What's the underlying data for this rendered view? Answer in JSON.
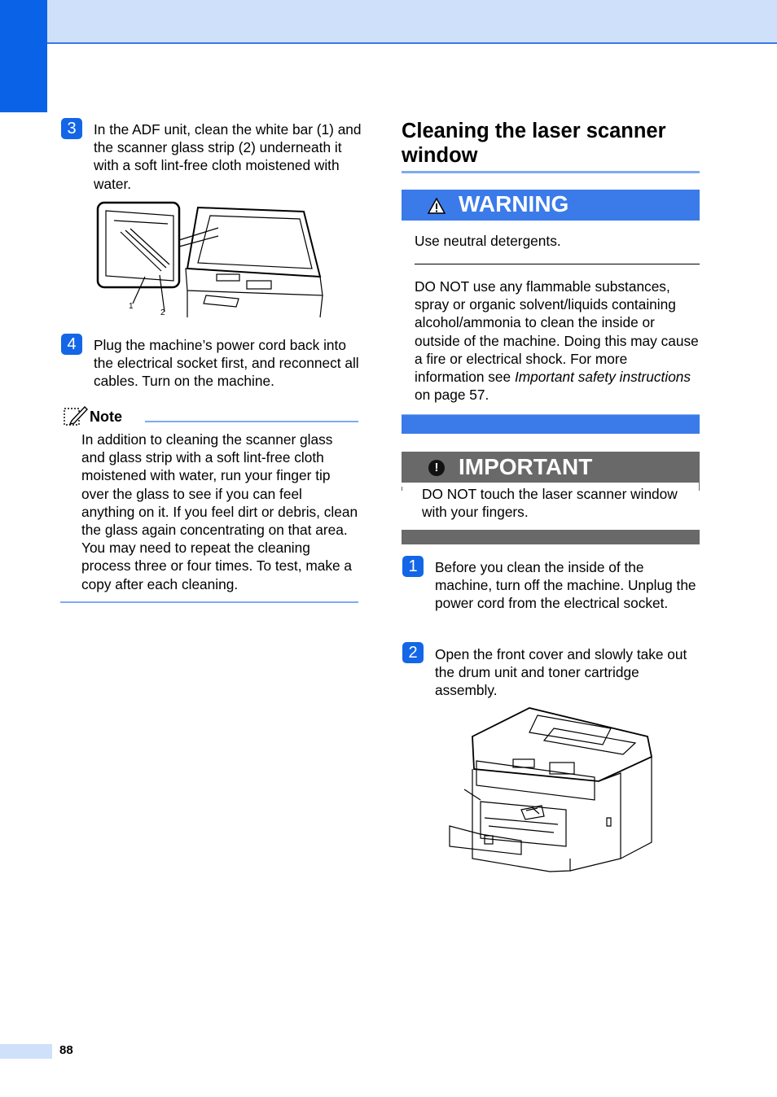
{
  "step3": {
    "number": "3",
    "text": "In the ADF unit, clean the white bar (1) and the scanner glass strip (2) underneath it with a soft lint-free cloth moistened with water."
  },
  "figure1": {
    "callout_1": "1",
    "callout_2": "2"
  },
  "step4": {
    "number": "4",
    "text": "Plug the machine’s power cord back into the electrical socket first, and reconnect all cables. Turn on the machine."
  },
  "note": {
    "label": "Note",
    "text": "In addition to cleaning the scanner glass and glass strip with a soft lint-free cloth moistened with water, run your finger tip over the glass to see if you can feel anything on it. If you feel dirt or debris, clean the glass again concentrating on that area. You may need to repeat the cleaning process three or four times. To test, make a copy after each cleaning."
  },
  "section": {
    "title": "Cleaning the laser scanner window"
  },
  "warning": {
    "title": "WARNING",
    "text1": "Use neutral detergents.",
    "text2_main": "DO NOT use any flammable substances, spray or organic solvent/liquids containing alcohol/ammonia to clean the inside or outside of the machine. Doing this may cause a fire or electrical shock. For more information see ",
    "text2_italic": "Important safety instructions",
    "text2_tail": " on page 57."
  },
  "important": {
    "title": "IMPORTANT",
    "icon": "!",
    "text": "DO NOT touch the laser scanner window with your fingers."
  },
  "step1": {
    "number": "1",
    "text": "Before you clean the inside of the machine, turn off the machine. Unplug the power cord from the electrical socket."
  },
  "step2": {
    "number": "2",
    "text": "Open the front cover and slowly take out the drum unit and toner cartridge assembly."
  },
  "footer": {
    "page_number": "88"
  },
  "colors": {
    "accent": "#0a63e6",
    "light_accent": "#cfe0fb",
    "warning_bar": "#3b7be9",
    "important_bar": "#696969"
  }
}
